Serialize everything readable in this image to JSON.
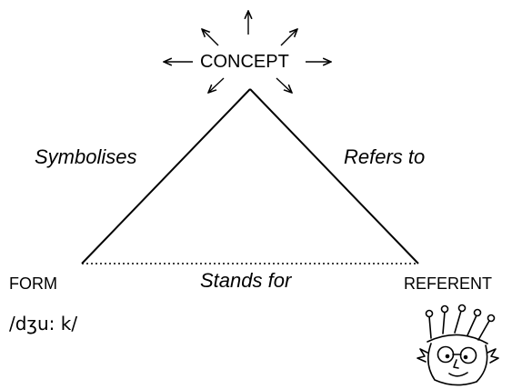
{
  "diagram": {
    "concept_label": "CONCEPT",
    "left_side_label": "Symbolises",
    "right_side_label": "Refers to",
    "base_label": "Stands for",
    "form_label": "FORM",
    "referent_label": "REFERENT",
    "form_example": "/dʒu: k/",
    "referent_image": "cartoon-face-icon",
    "line_color": "#000000",
    "background": "#ffffff"
  }
}
